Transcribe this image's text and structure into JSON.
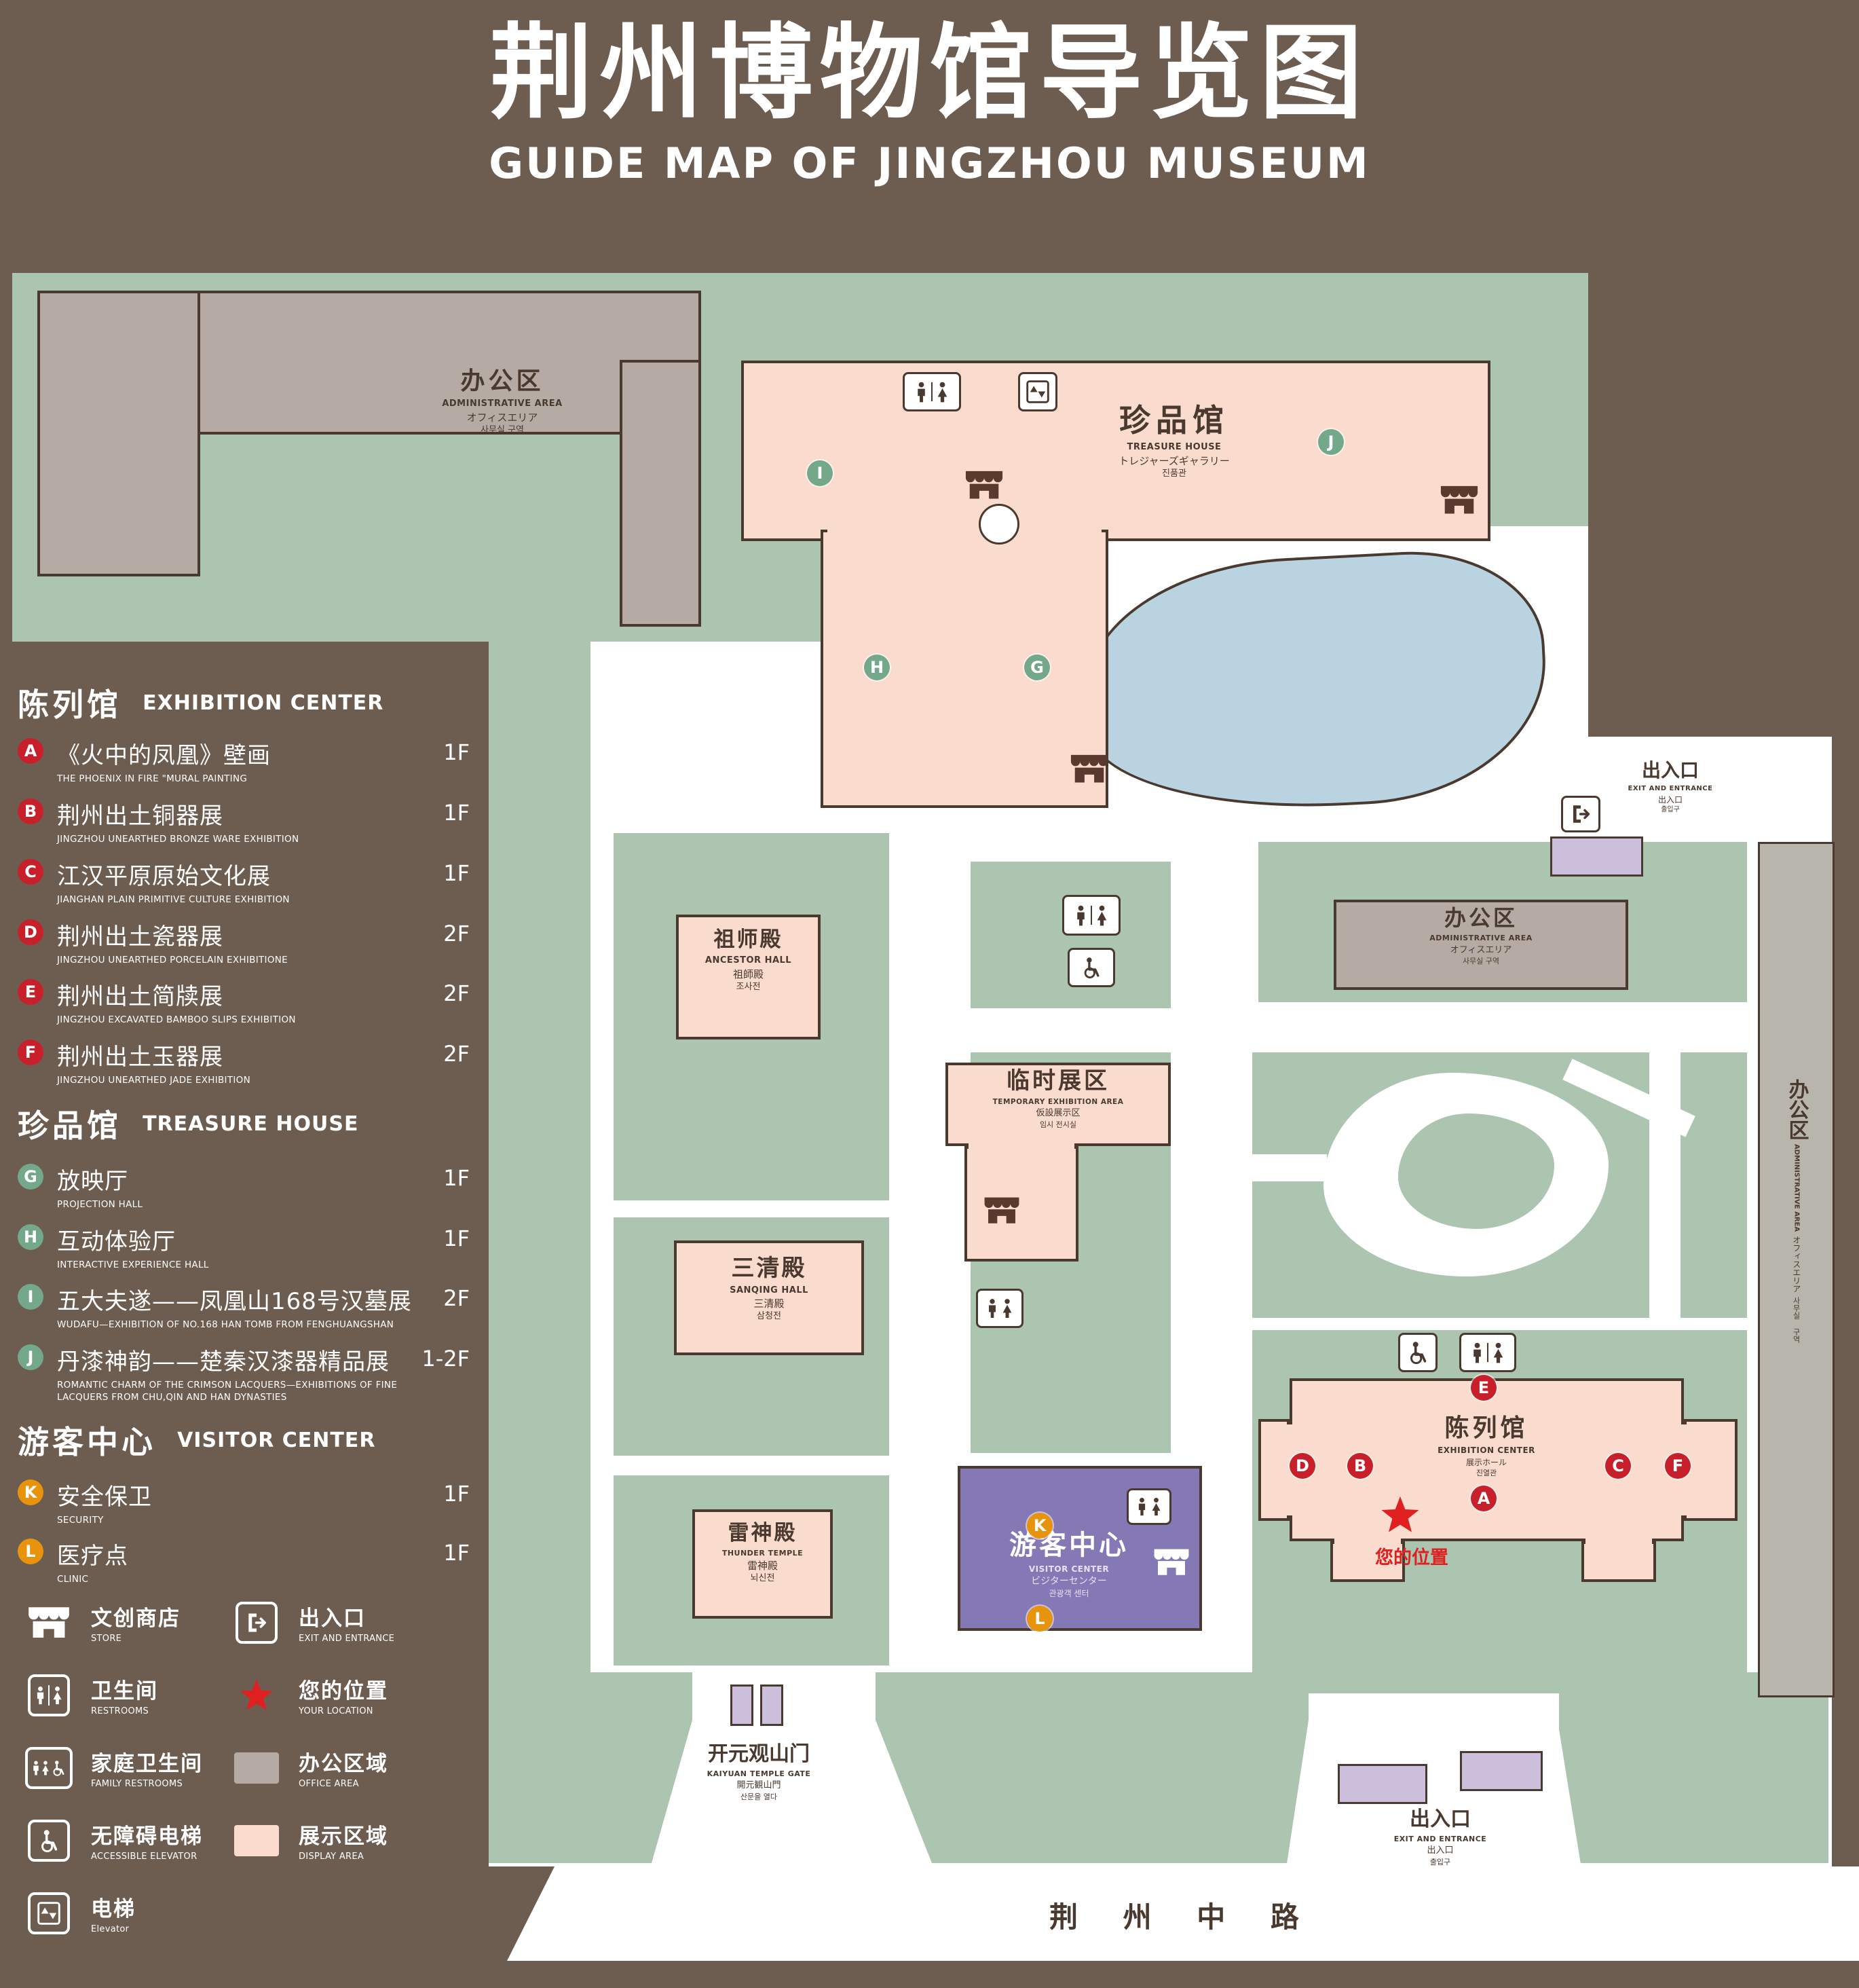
{
  "header": {
    "title_zh": "荆州博物馆导览图",
    "title_en": "GUIDE MAP OF JINGZHOU MUSEUM"
  },
  "colors": {
    "background": "#6d5c50",
    "green_area": "#abc5b1",
    "display_area": "#f9dcce",
    "office_area": "#b5aba4",
    "water": "#b9d4e0",
    "visitor_center": "#8579b5",
    "entrance_pad": "#cbbfdc",
    "outline": "#4a392f",
    "marker_red": "#c8202a",
    "marker_green": "#74a88b",
    "marker_orange": "#e8930c",
    "location_red": "#e02020"
  },
  "legend": {
    "sections": [
      {
        "zh": "陈列馆",
        "en": "EXHIBITION CENTER",
        "items": [
          {
            "letter": "A",
            "zh": "《火中的凤凰》壁画",
            "en": "THE PHOENIX IN FIRE \"MURAL PAINTING",
            "floor": "1F"
          },
          {
            "letter": "B",
            "zh": "荆州出土铜器展",
            "en": "JINGZHOU UNEARTHED BRONZE WARE EXHIBITION",
            "floor": "1F"
          },
          {
            "letter": "C",
            "zh": "江汉平原原始文化展",
            "en": "JIANGHAN PLAIN PRIMITIVE CULTURE EXHIBITION",
            "floor": "1F"
          },
          {
            "letter": "D",
            "zh": "荆州出土瓷器展",
            "en": "JINGZHOU UNEARTHED PORCELAIN EXHIBITIONE",
            "floor": "2F"
          },
          {
            "letter": "E",
            "zh": "荆州出土简牍展",
            "en": "JINGZHOU EXCAVATED BAMBOO SLIPS EXHIBITION",
            "floor": "2F"
          },
          {
            "letter": "F",
            "zh": "荆州出土玉器展",
            "en": "JINGZHOU UNEARTHED JADE EXHIBITION",
            "floor": "2F"
          }
        ]
      },
      {
        "zh": "珍品馆",
        "en": "TREASURE HOUSE",
        "items": [
          {
            "letter": "G",
            "zh": "放映厅",
            "en": "PROJECTION HALL",
            "floor": "1F"
          },
          {
            "letter": "H",
            "zh": "互动体验厅",
            "en": "INTERACTIVE EXPERIENCE HALL",
            "floor": "1F"
          },
          {
            "letter": "I",
            "zh": "五大夫遂——凤凰山168号汉墓展",
            "en": "WUDAFU—EXHIBITION OF NO.168 HAN TOMB FROM FENGHUANGSHAN",
            "floor": "2F"
          },
          {
            "letter": "J",
            "zh": "丹漆神韵——楚秦汉漆器精品展",
            "en": "ROMANTIC CHARM OF THE CRIMSON LACQUERS—EXHIBITIONS OF FINE LACQUERS FROM CHU,QIN AND HAN DYNASTIES",
            "floor": "1-2F"
          }
        ]
      },
      {
        "zh": "游客中心",
        "en": "VISITOR CENTER",
        "items": [
          {
            "letter": "K",
            "zh": "安全保卫",
            "en": "SECURITY",
            "floor": "1F"
          },
          {
            "letter": "L",
            "zh": "医疗点",
            "en": "CLINIC",
            "floor": "1F"
          }
        ]
      }
    ],
    "symbols": [
      {
        "icon": "store",
        "zh": "文创商店",
        "en": "STORE"
      },
      {
        "icon": "exit",
        "zh": "出入口",
        "en": "EXIT AND ENTRANCE"
      },
      {
        "icon": "restroom",
        "zh": "卫生间",
        "en": "RESTROOMS"
      },
      {
        "icon": "your-location",
        "zh": "您的位置",
        "en": "YOUR LOCATION"
      },
      {
        "icon": "family-restroom",
        "zh": "家庭卫生间",
        "en": "FAMILY RESTROOMS"
      },
      {
        "icon": "office-area",
        "zh": "办公区域",
        "en": "OFFICE AREA"
      },
      {
        "icon": "accessible-elevator",
        "zh": "无障碍电梯",
        "en": "ACCESSIBLE ELEVATOR"
      },
      {
        "icon": "display-area",
        "zh": "展示区域",
        "en": "DISPLAY AREA"
      },
      {
        "icon": "elevator",
        "zh": "电梯",
        "en": "Elevator"
      }
    ]
  },
  "map": {
    "admin_area": {
      "zh": "办公区",
      "en": "ADMINISTRATIVE AREA",
      "ja": "オフィスエリア",
      "ko": "사무실 구역"
    },
    "treasure_house": {
      "zh": "珍品馆",
      "en": "TREASURE HOUSE",
      "ja": "トレジャーズギャラリー",
      "ko": "진품관"
    },
    "ancestor_hall": {
      "zh": "祖师殿",
      "en": "ANCESTOR HALL",
      "ja": "祖師殿",
      "ko": "조사전"
    },
    "temporary_area": {
      "zh": "临时展区",
      "en": "TEMPORARY EXHIBITION AREA",
      "ja": "仮設展示区",
      "ko": "임시 전시실"
    },
    "sanqing_hall": {
      "zh": "三清殿",
      "en": "SANQING HALL",
      "ja": "三清殿",
      "ko": "삼청전"
    },
    "thunder_temple": {
      "zh": "雷神殿",
      "en": "THUNDER TEMPLE",
      "ja": "雷神殿",
      "ko": "뇌신전"
    },
    "visitor_center": {
      "zh": "游客中心",
      "en": "VISITOR CENTER",
      "ja": "ビジターセンター",
      "ko": "관광객 센터"
    },
    "exhibition_center": {
      "zh": "陈列馆",
      "en": "EXHIBITION CENTER",
      "ja": "展示ホール",
      "ko": "진열관"
    },
    "gate": {
      "zh": "开元观山门",
      "en": "KAIYUAN TEMPLE GATE",
      "ja": "開元観山門",
      "ko": "산문을 열다"
    },
    "exit": {
      "zh": "出入口",
      "en": "EXIT AND ENTRANCE",
      "ja": "出入口",
      "ko": "출입구"
    },
    "your_location": {
      "zh": "您的位置"
    },
    "road": {
      "zh": "荆 州 中 路"
    }
  }
}
